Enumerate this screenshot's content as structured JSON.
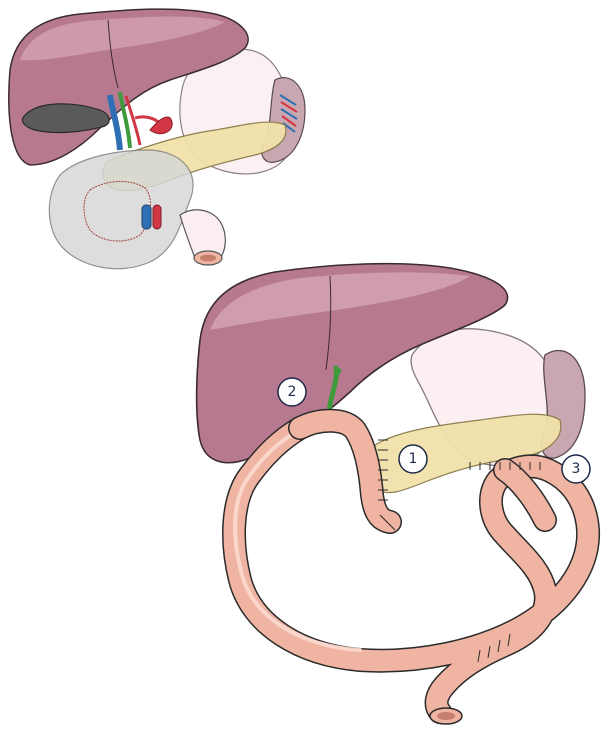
{
  "callouts": [
    {
      "id": "1",
      "label": "1"
    },
    {
      "id": "2",
      "label": "2"
    },
    {
      "id": "3",
      "label": "3"
    }
  ],
  "colors": {
    "liver": "#b7798f",
    "liver_light": "#d3a3b1",
    "liver_outline": "#3b2b33",
    "pancreas": "#f1e1aa",
    "stomach": "#fbeef0",
    "spleen": "#c9a7b0",
    "intestine": "#f0b4a2",
    "intestine_outline": "#2b2b2b",
    "bile_duct": "#3f9a3c",
    "vein": "#2f6fb3",
    "artery": "#d23645",
    "gallbladder": "#5a5a5a",
    "overlay": "#d7d8d6",
    "callout_stroke": "#1d2a4a"
  }
}
